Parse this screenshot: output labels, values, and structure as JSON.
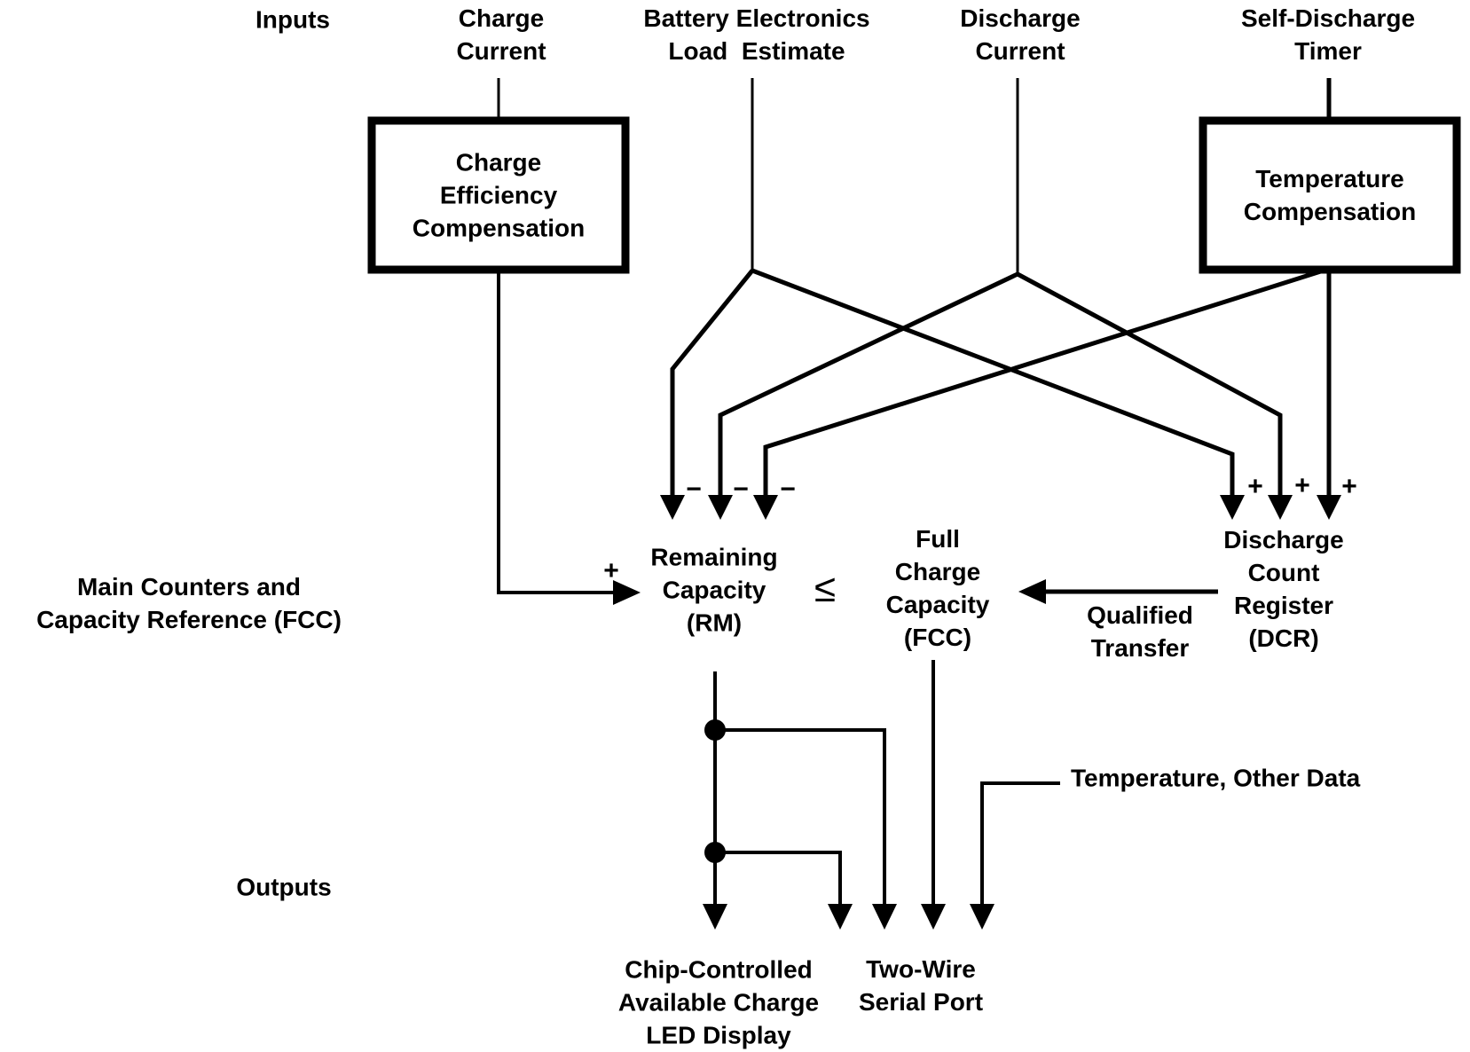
{
  "diagram": {
    "colors": {
      "line": "#000000",
      "background": "#ffffff",
      "text": "#000000"
    },
    "row_labels": {
      "inputs": "Inputs",
      "main_counters": "Main Counters and\nCapacity Reference (FCC)",
      "outputs": "Outputs"
    },
    "inputs": {
      "charge_current": "Charge\nCurrent",
      "battery_electronics": "Battery Electronics\nLoad  Estimate",
      "discharge_current": "Discharge\nCurrent",
      "self_discharge_timer": "Self-Discharge\nTimer"
    },
    "blocks": {
      "charge_efficiency": "Charge\nEfficiency\nCompensation",
      "temperature_compensation": "Temperature\nCompensation"
    },
    "counters": {
      "remaining_capacity": "Remaining\nCapacity\n(RM)",
      "comparator": "≤",
      "full_charge_capacity": "Full\nCharge\nCapacity\n(FCC)",
      "qualified_transfer": "Qualified\nTransfer",
      "discharge_count_register": "Discharge\nCount\nRegister\n(DCR)"
    },
    "outputs": {
      "temperature_other_data": "Temperature, Other Data",
      "led_display": "Chip-Controlled\nAvailable Charge\nLED Display",
      "serial_port": "Two-Wire\nSerial Port"
    },
    "signs": {
      "plus": "+",
      "minus": "−"
    }
  }
}
